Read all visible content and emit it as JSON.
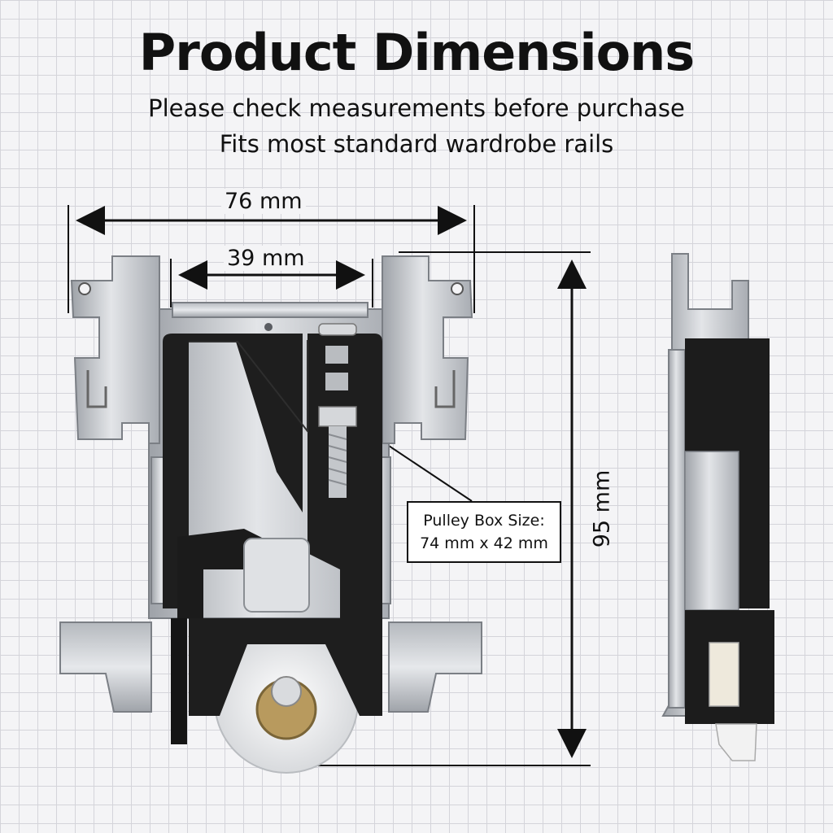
{
  "heading": {
    "title": "Product Dimensions",
    "subtitle_line1": "Please check measurements before purchase",
    "subtitle_line2": "Fits most standard wardrobe rails"
  },
  "dimensions": {
    "overall_width": "76 mm",
    "inner_width": "39 mm",
    "height": "95 mm"
  },
  "callout": {
    "line1": "Pulley Box Size:",
    "line2": "74 mm x 42 mm"
  },
  "colors": {
    "grid_background": "#f4f4f6",
    "grid_line": "#d4d4da",
    "metal": "#c9ccd1",
    "housing": "#1e1e1e",
    "wheel": "#ecedef",
    "text": "#111111"
  }
}
